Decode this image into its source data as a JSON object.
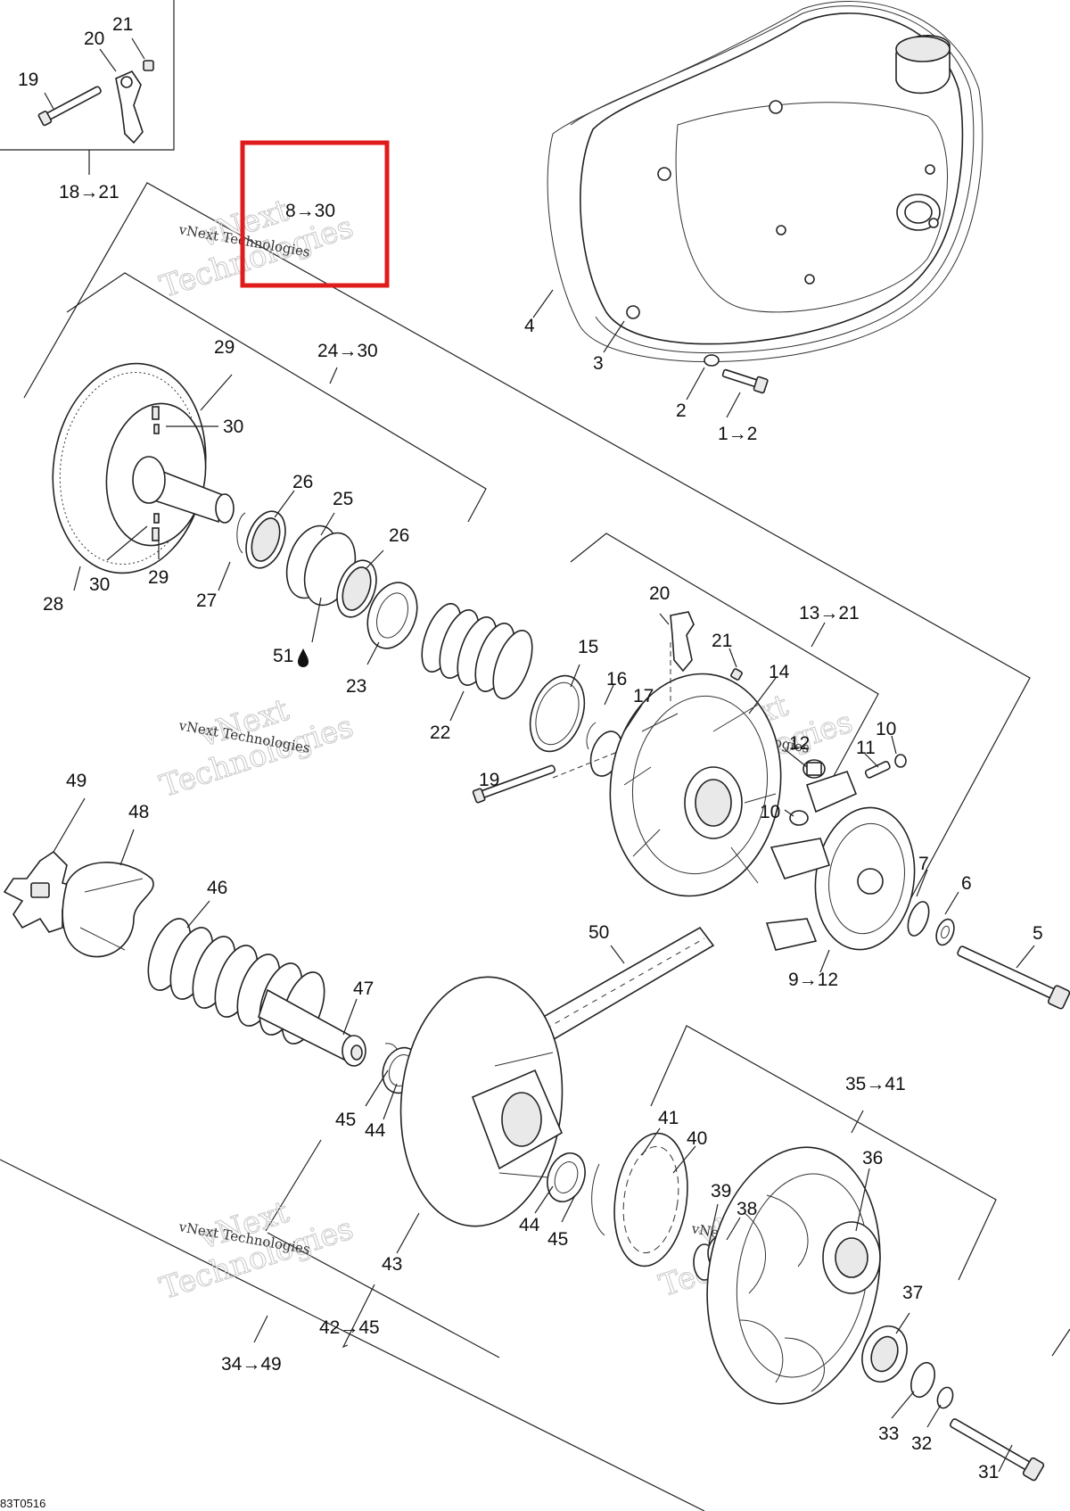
{
  "diagram": {
    "drawing_code": "83T0516",
    "watermark": {
      "line1": "vNext",
      "line2": "Technologies",
      "small": "vNext Technologies"
    },
    "highlight_color": "#e01b1b",
    "highlight_label": "8→30",
    "callouts": {
      "c1_2": "1→2",
      "c2": "2",
      "c3": "3",
      "c4": "4",
      "c5": "5",
      "c6": "6",
      "c7": "7",
      "c9_12": "9→12",
      "c10a": "10",
      "c10b": "10",
      "c11": "11",
      "c12": "12",
      "c13_21": "13→21",
      "c14": "14",
      "c15": "15",
      "c16": "16",
      "c17": "17",
      "c18_21": "18→21",
      "c19a": "19",
      "c19b": "19",
      "c20a": "20",
      "c20b": "20",
      "c21a": "21",
      "c21b": "21",
      "c22": "22",
      "c23": "23",
      "c24_30": "24→30",
      "c25": "25",
      "c26a": "26",
      "c26b": "26",
      "c27": "27",
      "c28": "28",
      "c29a": "29",
      "c29b": "29",
      "c30a": "30",
      "c30b": "30",
      "c31": "31",
      "c32": "32",
      "c33": "33",
      "c34_49": "34→49",
      "c35_41": "35→41",
      "c36": "36",
      "c37": "37",
      "c38": "38",
      "c39": "39",
      "c40": "40",
      "c41": "41",
      "c42_45": "42→45",
      "c43": "43",
      "c44a": "44",
      "c44b": "44",
      "c45a": "45",
      "c45b": "45",
      "c46": "46",
      "c47": "47",
      "c48": "48",
      "c49": "49",
      "c50": "50",
      "c51": "51"
    }
  }
}
